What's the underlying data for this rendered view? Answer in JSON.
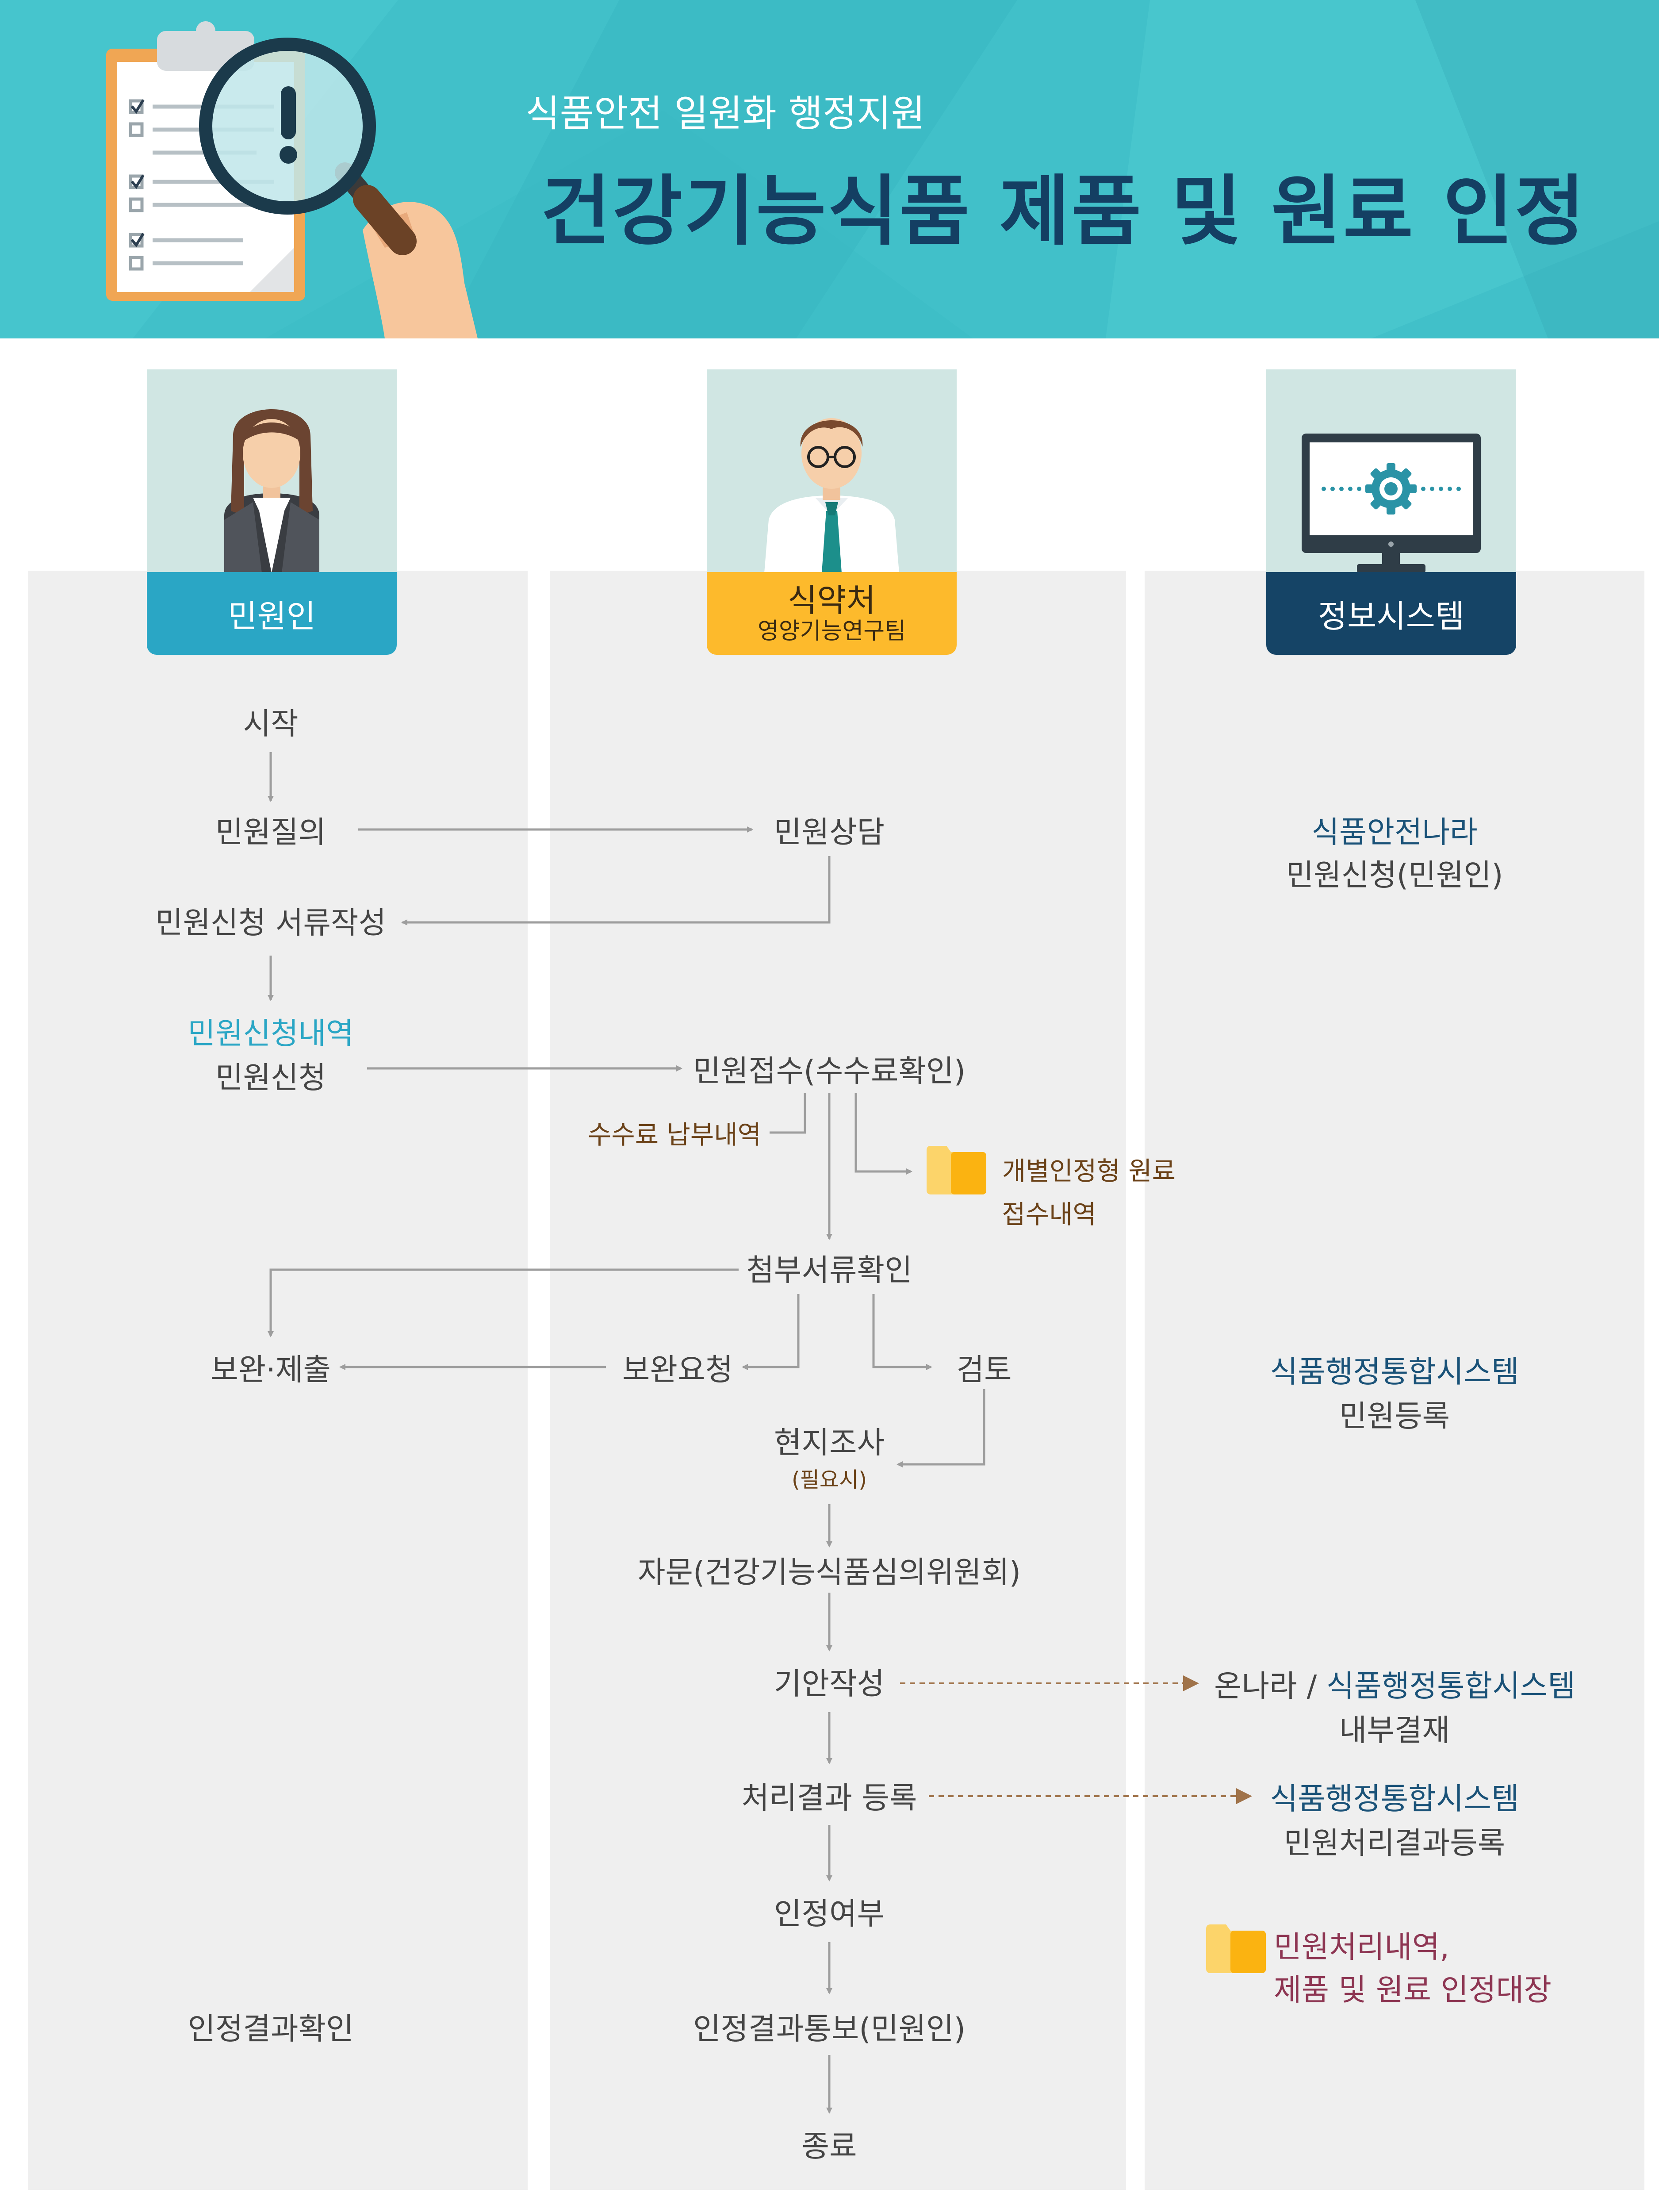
{
  "header": {
    "subtitle": "식품안전 일원화 행정지원",
    "title": "건강기능식품 제품 및 원료 인정"
  },
  "lanes": {
    "applicant": "민원인",
    "mfds": "식약처",
    "mfds_team": "영양기능연구팀",
    "system": "정보시스템"
  },
  "applicant_steps": {
    "start": "시작",
    "inquiry": "민원질의",
    "docs": "민원신청 서류작성",
    "history": "민원신청내역",
    "apply": "민원신청",
    "supplement": "보완·제출",
    "confirm": "인정결과확인"
  },
  "mfds_steps": {
    "consult": "민원상담",
    "receipt": "민원접수(수수료확인)",
    "fee": "수수료 납부내역",
    "individual": "개별인정형 원료",
    "individual_2": "접수내역",
    "attach": "첨부서류확인",
    "request": "보완요청",
    "review": "검토",
    "site": "현지조사",
    "site_note": "(필요시)",
    "advice": "자문(건강기능식품심의위원회)",
    "draft": "기안작성",
    "register": "처리결과 등록",
    "decision": "인정여부",
    "notify": "인정결과통보(민원인)",
    "end": "종료"
  },
  "system_steps": {
    "s1_title": "식품안전나라",
    "s1_sub": "민원신청(민원인)",
    "s2_title": "식품행정통합시스템",
    "s2_sub": "민원등록",
    "s3_a": "온나라",
    "s3_sep": "/",
    "s3_b": "식품행정통합시스템",
    "s3_sub": "내부결재",
    "s4_title": "식품행정통합시스템",
    "s4_sub": "민원처리결과등록",
    "s5_1": "민원처리내역,",
    "s5_2": "제품 및 원료 인정대장"
  },
  "colors": {
    "header_bg": "#41c0c9",
    "title": "#143f63",
    "applicant_badge": "#2aa6c5",
    "mfds_badge": "#fdba2c",
    "system_badge": "#154466",
    "lane_bg": "#efefef",
    "avatar_bg": "#d0e6e3",
    "arrow": "#9d9d9d",
    "dashed_arrow": "#a0734a"
  }
}
